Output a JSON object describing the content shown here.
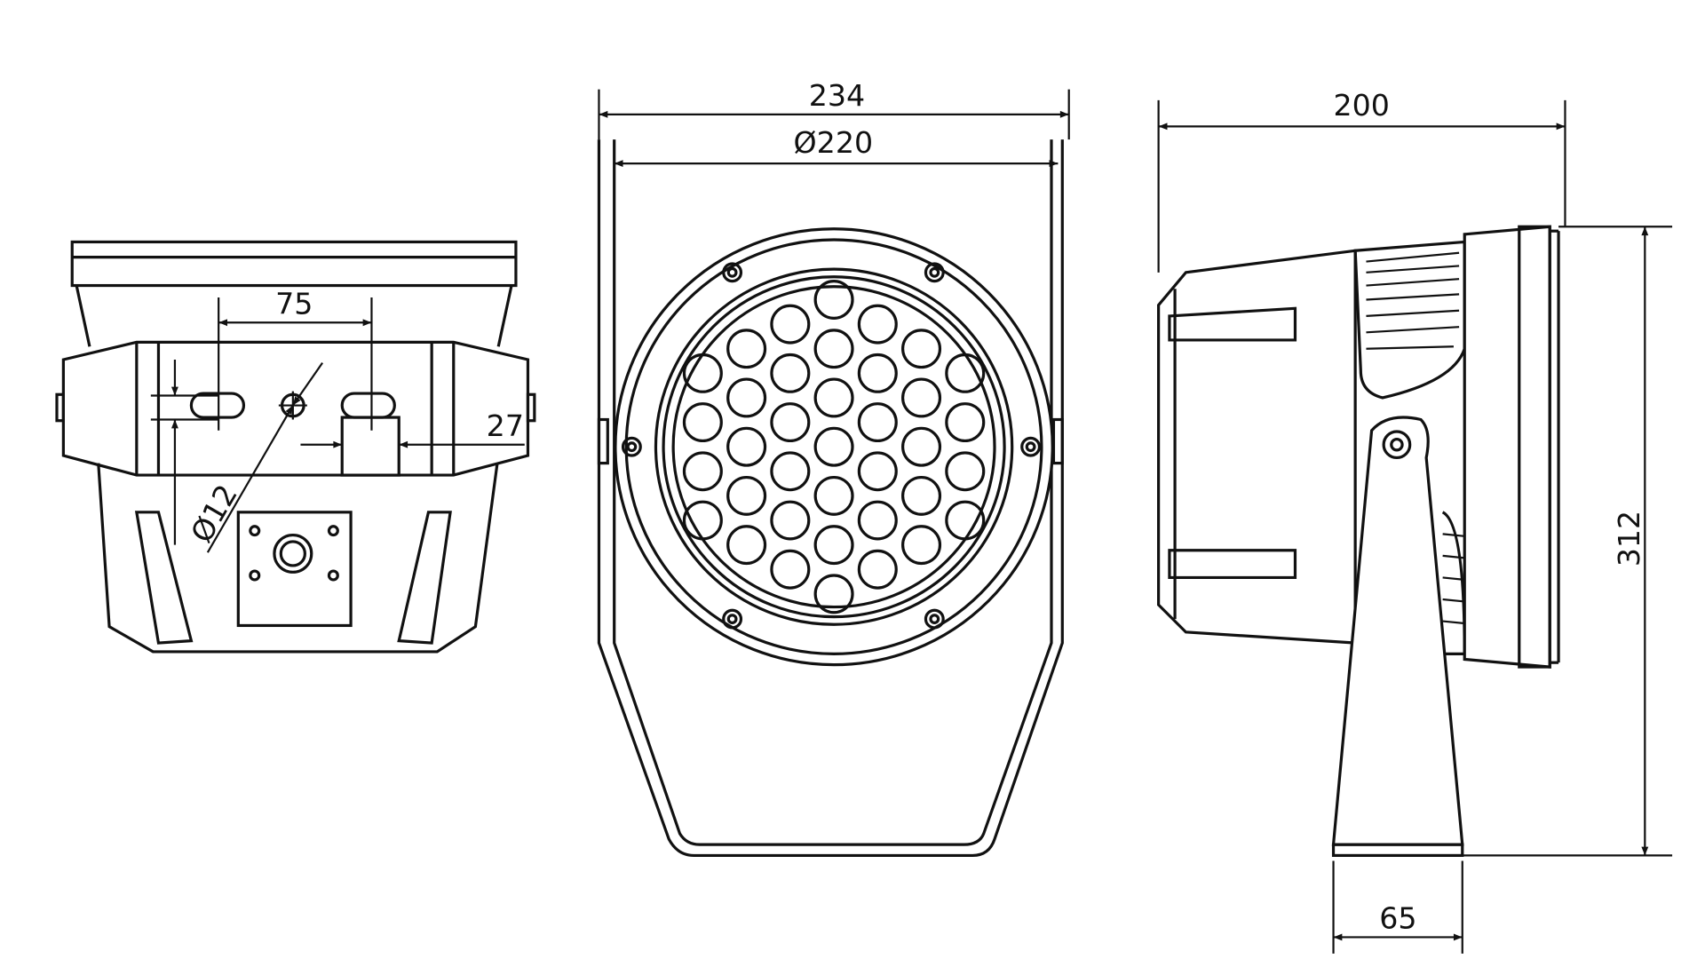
{
  "title": "Fixture dimension drawing",
  "colors": {
    "line": "#111111",
    "background": "#ffffff"
  },
  "dimensions": {
    "mount_slot_spacing": "75",
    "mount_offset": "27",
    "mount_hole": "Ø12",
    "width_overall": "234",
    "front_diameter": "Ø220",
    "depth": "200",
    "height": "312",
    "base_width": "65"
  }
}
